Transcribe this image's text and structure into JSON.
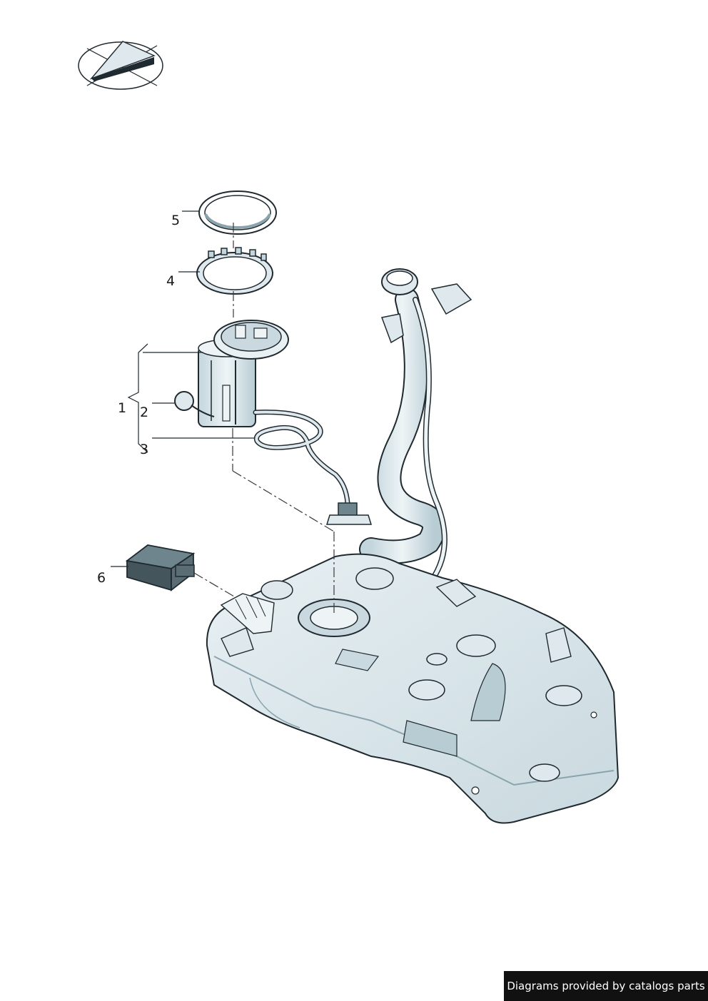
{
  "callouts": {
    "c1": "1",
    "c2": "2",
    "c3": "3",
    "c4": "4",
    "c5": "5",
    "c6": "6"
  },
  "footer": {
    "credit": "Diagrams provided by catalogs parts"
  },
  "colors": {
    "part_fill": "#dde8ec",
    "part_fill_dark": "#b8ccd4",
    "outline": "#1f2a30",
    "leader_line": "#3a3a3a",
    "banner_bg": "#111111"
  },
  "icons": [
    "direction-compass-icon"
  ]
}
